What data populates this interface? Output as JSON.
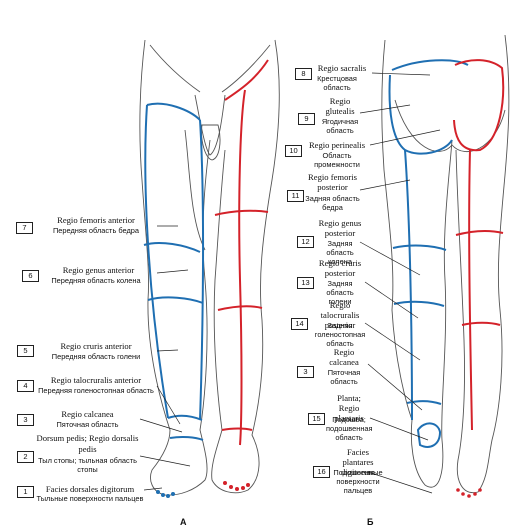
{
  "panels": {
    "left": "А",
    "right": "Б"
  },
  "anterior_labels": [
    {
      "num": "7",
      "latin": "Regio femoris anterior",
      "russian": "Передняя область бедра"
    },
    {
      "num": "6",
      "latin": "Regio genus anterior",
      "russian": "Передняя область колена"
    },
    {
      "num": "5",
      "latin": "Regio cruris anterior",
      "russian": "Передняя область голени"
    },
    {
      "num": "4",
      "latin": "Regio talocruralis anterior",
      "russian": "Передняя голеностопная область"
    },
    {
      "num": "3",
      "latin": "Regio calcanea",
      "russian": "Пяточная область"
    },
    {
      "num": "2",
      "latin": "Dorsum pedis; Regio dorsalis pedis",
      "russian": "Тыл стопы; тыльная область стопы"
    },
    {
      "num": "1",
      "latin": "Facies dorsales digitorum",
      "russian": "Тыльные поверхности пальцев"
    }
  ],
  "posterior_labels": [
    {
      "num": "8",
      "latin": "Regio sacralis",
      "russian": "Крестцовая область"
    },
    {
      "num": "9",
      "latin": "Regio glutealis",
      "russian": "Ягодичная область"
    },
    {
      "num": "10",
      "latin": "Regio perinealis",
      "russian": "Область промежности"
    },
    {
      "num": "11",
      "latin": "Regio femoris posterior",
      "russian": "Задняя область бедра"
    },
    {
      "num": "12",
      "latin": "Regio genus posterior",
      "russian": "Задняя область колена"
    },
    {
      "num": "13",
      "latin": "Regio cruris posterior",
      "russian": "Задняя область голени"
    },
    {
      "num": "14",
      "latin": "Regio talocruralis posterior",
      "russian": "Задняя голеностопная область"
    },
    {
      "num": "3",
      "latin": "Regio calcanea",
      "russian": "Пяточная область"
    },
    {
      "num": "15",
      "latin": "Planta; Regio plantaris",
      "russian": "Подошва; подошвенная область"
    },
    {
      "num": "16",
      "latin": "Facies plantares digitorum",
      "russian": "Подошвенные поверхности пальцев"
    }
  ],
  "colors": {
    "outline": "#444444",
    "blue_boundary": "#1f6fb2",
    "red_line": "#d4222a",
    "leader": "#222222"
  }
}
